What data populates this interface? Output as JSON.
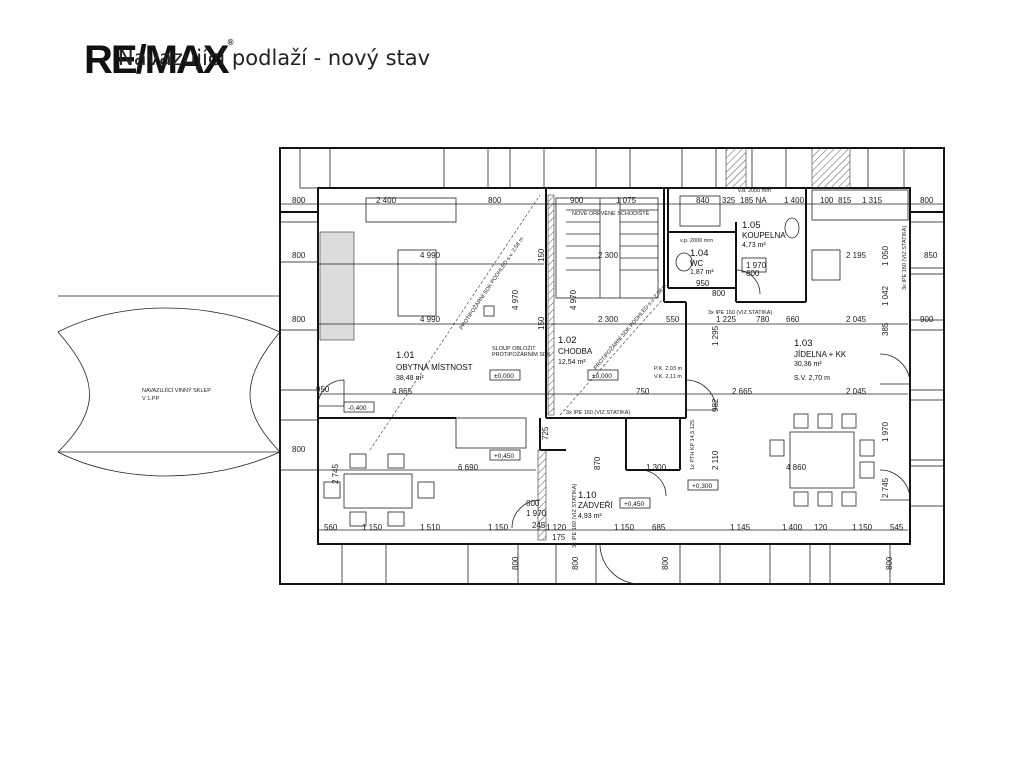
{
  "header": {
    "title": "Navazující podlaží - nový stav",
    "logo": "RE/MAX",
    "logo_mark": "®"
  },
  "plan": {
    "rooms": [
      {
        "num": "1.01",
        "name": "OBYTNÁ MÍSTNOST",
        "area": "38,48 m²"
      },
      {
        "num": "1.02",
        "name": "CHODBA",
        "area": "12,54 m²"
      },
      {
        "num": "1.03",
        "name": "JÍDELNA + KK",
        "area": "30,36 m²",
        "extra": "S.V. 2,70 m"
      },
      {
        "num": "1.04",
        "name": "WC",
        "area": "1,87 m²"
      },
      {
        "num": "1.05",
        "name": "KOUPELNA",
        "area": "4,73 m²"
      },
      {
        "num": "1.10",
        "name": "ZÁDVEŘÍ",
        "area": "4,93 m²"
      }
    ],
    "notes": {
      "sklep": "NAVAZUJÍCÍ VINNÝ SKLEP",
      "sklep_level": "V 1.PP",
      "stairs": "NOVÉ DŘEVĚNÉ SCHODIŠTĚ",
      "pillar1": "SLOUP OBLOŽIT",
      "pillar2": "PROTIPOŽÁRNÍM SDK",
      "fire_sdk1": "PROTIPOŽÁRNÍ SDK PODHLED s.v. 2,58 m",
      "fire_sdk2": "PROTIPOŽÁRNÍ SDK PODHLED s.v. 2,58 m",
      "ipe1": "3x IPE 160 (VIZ STATIKA)",
      "ipe2": "3x IPE 160 (VIZ STATIKA)",
      "ipe3": "3x IPE 160 (VIZ STATIKA)",
      "ipe4": "3x IPE 160 (VIZ STATIKA)",
      "pk": "P.K. 2,03 m",
      "vk": "V.K. 2,11 m",
      "vd1": "v.d. 2000 mm",
      "vd2": "v.p. 2000 mm",
      "kp": "1x PTH KP 14,5 125"
    },
    "levels": [
      "±0,000",
      "±0,000",
      "-0,400",
      "+0,450",
      "+0,450",
      "+0,300"
    ],
    "dims": {
      "top": [
        "800",
        "2 400",
        "800",
        "900",
        "1 075",
        "840",
        "325",
        "185 NA",
        "1 400",
        "100",
        "815",
        "1 315",
        "800"
      ],
      "left": [
        "800",
        "800",
        "800",
        "950",
        "4 865",
        "6 690",
        "2 745",
        "560",
        "1 150",
        "1 510",
        "1 150"
      ],
      "mid": [
        "4 990",
        "4 990",
        "4 970",
        "4 970",
        "150",
        "150",
        "2 300",
        "2 300",
        "550",
        "2 045",
        "2 665",
        "2 045",
        "2 195",
        "1 225",
        "780",
        "660",
        "1 042",
        "1 050",
        "385",
        "2 745",
        "1 295",
        "2 110",
        "4 860",
        "1 300",
        "1 120",
        "1 150",
        "685",
        "1 145",
        "1 400",
        "120",
        "1 150",
        "545",
        "750",
        "725",
        "175",
        "245",
        "800",
        "870",
        "1 970",
        "800",
        "1 970",
        "900",
        "950",
        "600",
        "1 970",
        "982",
        "850",
        "800"
      ],
      "bottom": [
        "800",
        "800",
        "800",
        "800"
      ]
    }
  }
}
